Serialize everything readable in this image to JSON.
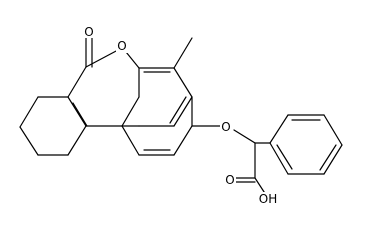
{
  "molecule": {
    "atoms": [
      {
        "id": "O_carbonyl",
        "label": "O"
      },
      {
        "id": "O_ring",
        "label": "O"
      },
      {
        "id": "O_ether",
        "label": "O"
      },
      {
        "id": "O_hydroxyl",
        "label": "OH"
      },
      {
        "id": "O_acid_carbonyl",
        "label": "O"
      }
    ]
  }
}
